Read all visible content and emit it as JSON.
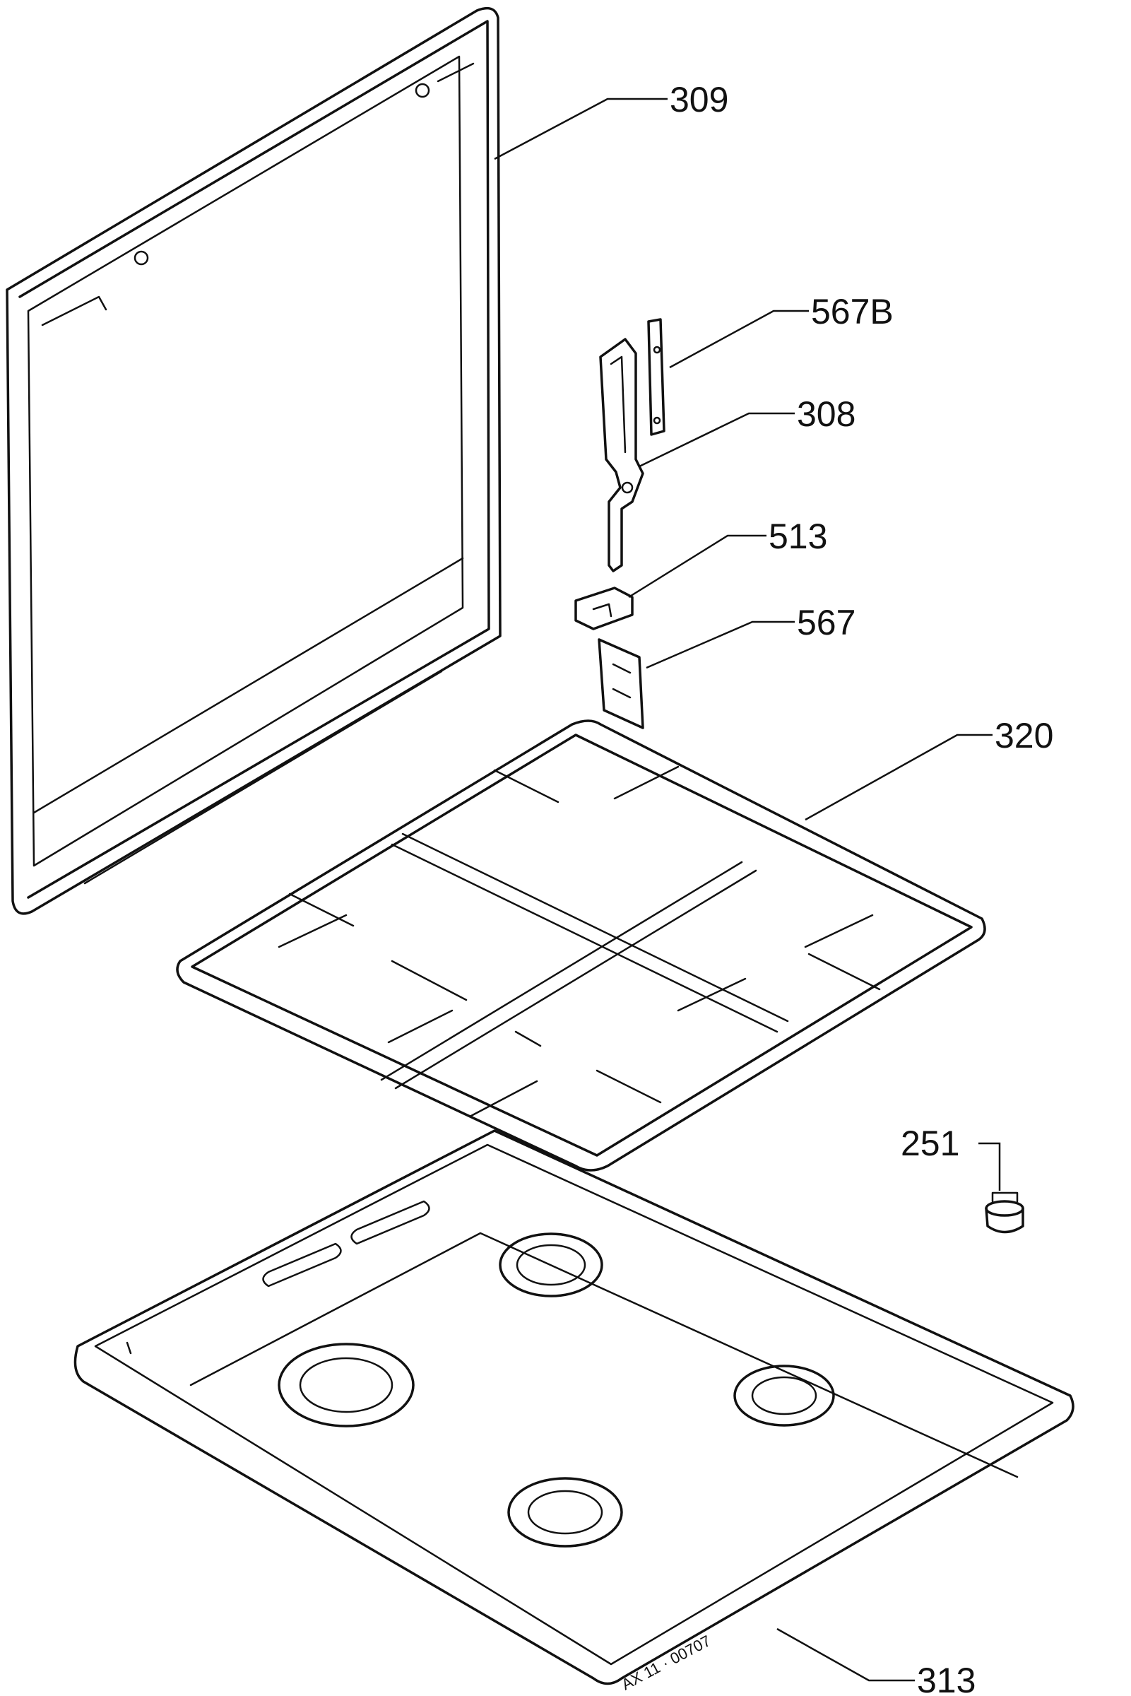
{
  "diagram": {
    "callouts": [
      {
        "id": "lid",
        "label": "309"
      },
      {
        "id": "lid-clip-cover",
        "label": "567B"
      },
      {
        "id": "hinge-arm",
        "label": "308"
      },
      {
        "id": "hinge-clip",
        "label": "513"
      },
      {
        "id": "hinge-plate",
        "label": "567"
      },
      {
        "id": "pan-support",
        "label": "320"
      },
      {
        "id": "foot",
        "label": "251"
      },
      {
        "id": "hob-top",
        "label": "313"
      }
    ],
    "drawing_reference": "AX 11 · 00707"
  }
}
